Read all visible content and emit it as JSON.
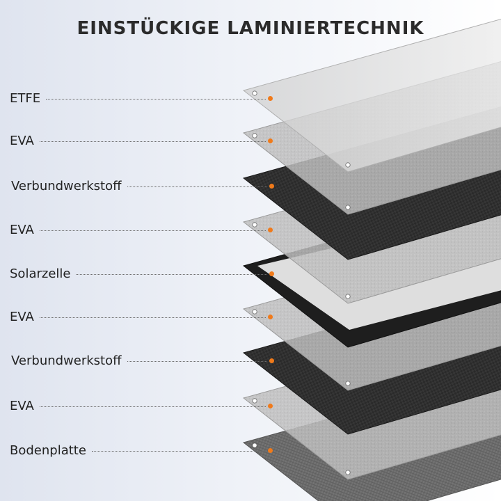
{
  "title": "EINSTÜCKIGE LAMINIERTECHNIK",
  "colors": {
    "accent": "#f07a1a",
    "text": "#2b2b2b",
    "clear_sheet": "#c9c9c9",
    "composite": "#2c2c2c",
    "frame": "#1e1e1e",
    "base": "#6e6e6e"
  },
  "layers": [
    {
      "label": "ETFE",
      "material": "clear"
    },
    {
      "label": "EVA",
      "material": "frosted"
    },
    {
      "label": "Verbundwerkstoff",
      "material": "composite"
    },
    {
      "label": "EVA",
      "material": "frosted"
    },
    {
      "label": "Solarzelle",
      "material": "frame"
    },
    {
      "label": "EVA",
      "material": "frosted"
    },
    {
      "label": "Verbundwerkstoff",
      "material": "composite"
    },
    {
      "label": "EVA",
      "material": "frosted"
    },
    {
      "label": "Bodenplatte",
      "material": "fabric"
    }
  ]
}
